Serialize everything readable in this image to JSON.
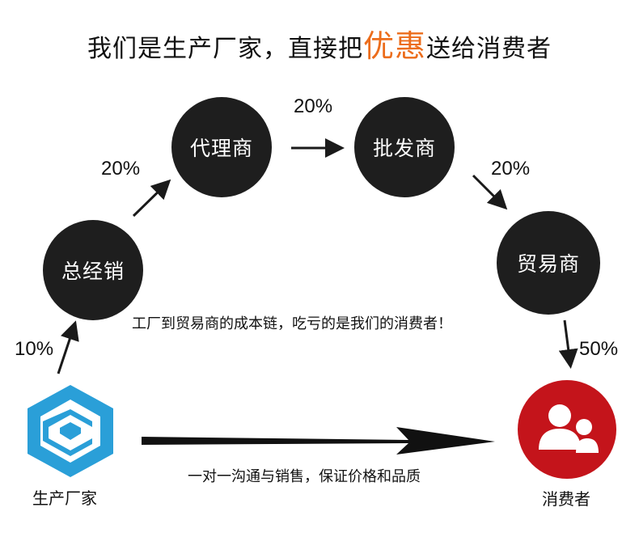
{
  "title": {
    "prefix": "我们是生产厂家，直接把",
    "highlight": "优惠",
    "suffix": "送给消费者"
  },
  "nodes": {
    "general_distributor": "总经销",
    "agent": "代理商",
    "wholesaler": "批发商",
    "trader": "贸易商"
  },
  "percentages": {
    "manufacturer_to_general": "10%",
    "general_to_agent": "20%",
    "agent_to_wholesaler": "20%",
    "wholesaler_to_trader": "20%",
    "trader_to_consumer": "50%"
  },
  "note": "工厂到贸易商的成本链，吃亏的是我们的消费者！",
  "direct_note": "一对一沟通与销售，保证价格和品质",
  "manufacturer_label": "生产厂家",
  "consumer_label": "消费者",
  "colors": {
    "highlight": "#ec6d1c",
    "node": "#1e1e1e",
    "logo": "#2a9fd8",
    "consumer": "#c4141b"
  }
}
